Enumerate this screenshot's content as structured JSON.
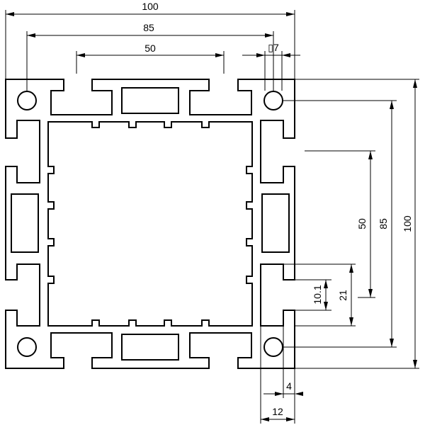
{
  "dimensions": {
    "top_100": "100",
    "top_85": "85",
    "top_50": "50",
    "hole_7": "▯7",
    "right_100": "100",
    "right_85": "85",
    "right_50": "50",
    "right_21": "21",
    "right_10_1": "10.1",
    "bottom_4": "4",
    "bottom_12": "12"
  }
}
